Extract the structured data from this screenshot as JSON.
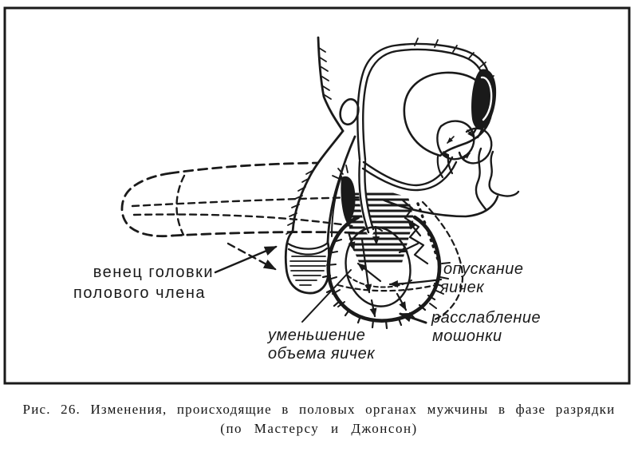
{
  "figure": {
    "caption": {
      "line1": "Рис. 26. Изменения, происходящие в половых органах мужчины в фазе разрядки",
      "line2": "(по Мастерсу и Джонсон)"
    },
    "labels": {
      "corona": {
        "line1": "венец головки",
        "line2": "полового члена"
      },
      "testicle_shrink": {
        "line1": "уменьшение",
        "line2": "объема яичек"
      },
      "testicle_descent": {
        "line1": "опускание",
        "line2": "яичек"
      },
      "scrotum_relax": {
        "line1": "расслабление",
        "line2": "мошонки"
      }
    },
    "colors": {
      "ink": "#1a1a1a",
      "paper": "#ffffff"
    }
  }
}
